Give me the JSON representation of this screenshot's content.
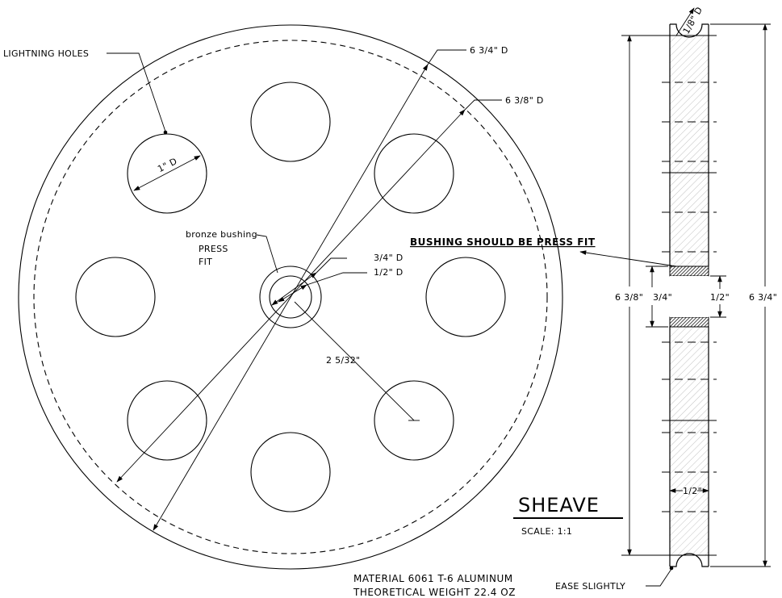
{
  "labels": {
    "lightning_holes": "LIGHTNING HOLES",
    "hole_dia": "1\" D",
    "dia_outer": "6 3/4\" D",
    "dia_groove": "6 3/8\" D",
    "bronze_bushing": "bronze bushing",
    "press": "PRESS",
    "fit": "FIT",
    "bushing_od": "3/4\" D",
    "bushing_id": "1/2\" D",
    "bolt_circle_radius": "2 5/32\"",
    "bushing_note": "BUSHING SHOULD BE PRESS FIT",
    "side_groove_dia": "6 3/8\"",
    "side_bushing_od": "3/4\"",
    "side_bushing_id": "1/2\"",
    "side_outer_dia": "6 3/4\"",
    "side_width": "1/2\"",
    "groove_radius": "1/8\" D",
    "ease": "EASE SLIGHTLY"
  },
  "title_block": {
    "title": "SHEAVE",
    "scale": "SCALE: 1:1",
    "material": "MATERIAL 6061 T-6 ALUMINUM",
    "weight": "THEORETICAL WEIGHT 22.4 OZ"
  }
}
